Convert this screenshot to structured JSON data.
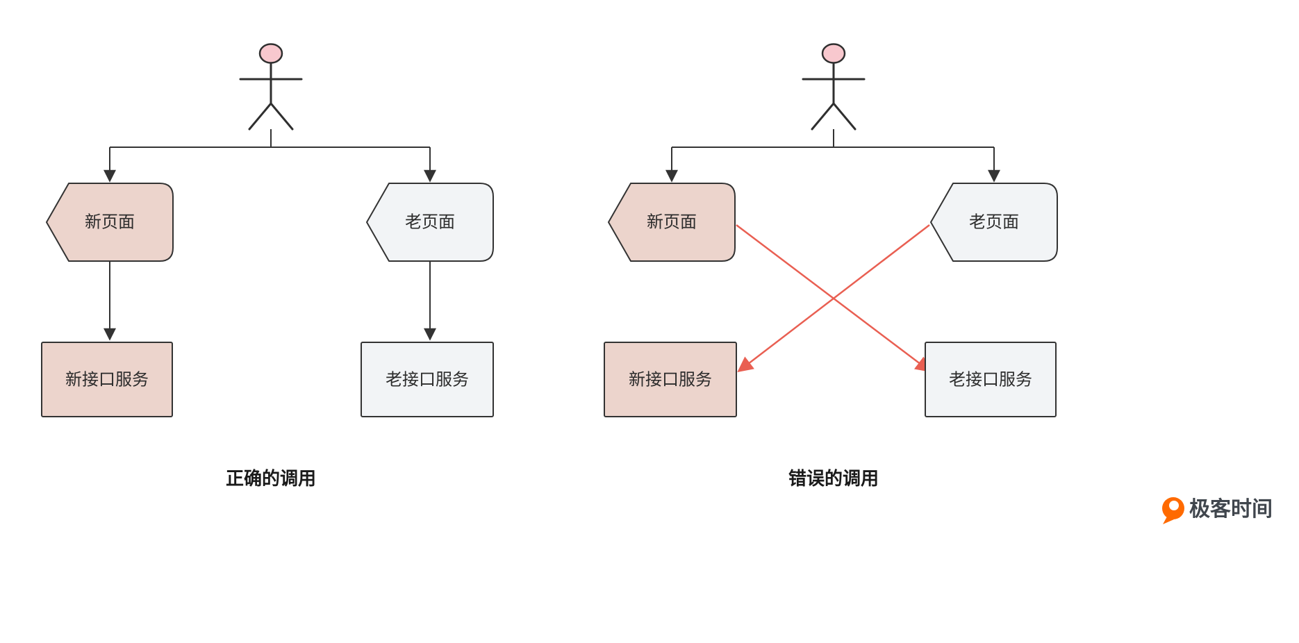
{
  "diagrams": {
    "correct": {
      "caption": "正确的调用",
      "pages": {
        "new": "新页面",
        "old": "老页面"
      },
      "services": {
        "new": "新接口服务",
        "old": "老接口服务"
      }
    },
    "wrong": {
      "caption": "错误的调用",
      "pages": {
        "new": "新页面",
        "old": "老页面"
      },
      "services": {
        "new": "新接口服务",
        "old": "老接口服务"
      }
    }
  },
  "logo": {
    "text": "极客时间",
    "icon": "geektime-bubble-icon",
    "accent": "#ff6a00"
  },
  "colors": {
    "outline": "#333333",
    "new_fill": "#ecd4cc",
    "old_fill": "#f2f4f6",
    "actor_head_fill": "#f8c8ce",
    "wrong_arrow": "#e95f52",
    "caption_text": "#1a1a1a",
    "label_text": "#2b2b2b",
    "logo_text": "#40464d"
  }
}
